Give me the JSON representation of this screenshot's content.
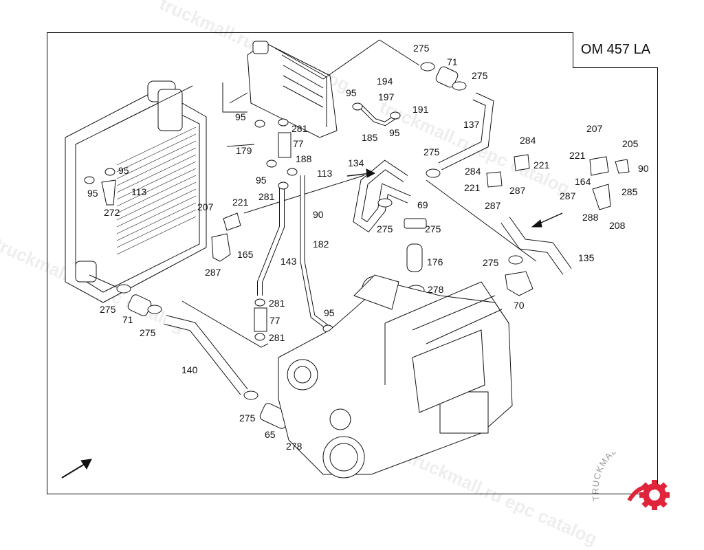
{
  "title": "OM 457 LA",
  "watermark": "truckmall.ru epc catalog",
  "brand": "TRUCKMALLPARTS",
  "colors": {
    "line": "#111111",
    "part_fill": "#ffffff",
    "logo_red": "#e0243a",
    "logo_gray": "#9a9a9a"
  },
  "labels": [
    {
      "id": "l01",
      "text": "275"
    },
    {
      "id": "l02",
      "text": "71"
    },
    {
      "id": "l03",
      "text": "275"
    },
    {
      "id": "l04",
      "text": "194"
    },
    {
      "id": "l05",
      "text": "95"
    },
    {
      "id": "l06",
      "text": "197"
    },
    {
      "id": "l07",
      "text": "191"
    },
    {
      "id": "l08",
      "text": "95"
    },
    {
      "id": "l09",
      "text": "185"
    },
    {
      "id": "l10",
      "text": "95"
    },
    {
      "id": "l11",
      "text": "281"
    },
    {
      "id": "l12",
      "text": "77"
    },
    {
      "id": "l13",
      "text": "137"
    },
    {
      "id": "l14",
      "text": "179"
    },
    {
      "id": "l15",
      "text": "188"
    },
    {
      "id": "l16",
      "text": "95"
    },
    {
      "id": "l17",
      "text": "113"
    },
    {
      "id": "l18",
      "text": "134"
    },
    {
      "id": "l19",
      "text": "275"
    },
    {
      "id": "l20",
      "text": "284"
    },
    {
      "id": "l21",
      "text": "207"
    },
    {
      "id": "l22",
      "text": "205"
    },
    {
      "id": "l23",
      "text": "221"
    },
    {
      "id": "l24",
      "text": "90"
    },
    {
      "id": "l25",
      "text": "284"
    },
    {
      "id": "l26",
      "text": "221"
    },
    {
      "id": "l27",
      "text": "221"
    },
    {
      "id": "l28",
      "text": "164"
    },
    {
      "id": "l29",
      "text": "287"
    },
    {
      "id": "l30",
      "text": "285"
    },
    {
      "id": "l31",
      "text": "287"
    },
    {
      "id": "l32",
      "text": "287"
    },
    {
      "id": "l33",
      "text": "288"
    },
    {
      "id": "l34",
      "text": "208"
    },
    {
      "id": "l35",
      "text": "95"
    },
    {
      "id": "l36",
      "text": "95"
    },
    {
      "id": "l37",
      "text": "113"
    },
    {
      "id": "l38",
      "text": "272"
    },
    {
      "id": "l39",
      "text": "281"
    },
    {
      "id": "l40",
      "text": "207"
    },
    {
      "id": "l41",
      "text": "221"
    },
    {
      "id": "l42",
      "text": "90"
    },
    {
      "id": "l43",
      "text": "69"
    },
    {
      "id": "l44",
      "text": "275"
    },
    {
      "id": "l45",
      "text": "275"
    },
    {
      "id": "l46",
      "text": "165"
    },
    {
      "id": "l47",
      "text": "182"
    },
    {
      "id": "l48",
      "text": "287"
    },
    {
      "id": "l49",
      "text": "143"
    },
    {
      "id": "l50",
      "text": "176"
    },
    {
      "id": "l51",
      "text": "275"
    },
    {
      "id": "l52",
      "text": "135"
    },
    {
      "id": "l53",
      "text": "278"
    },
    {
      "id": "l54",
      "text": "70"
    },
    {
      "id": "l55",
      "text": "281"
    },
    {
      "id": "l56",
      "text": "275"
    },
    {
      "id": "l57",
      "text": "95"
    },
    {
      "id": "l58",
      "text": "77"
    },
    {
      "id": "l59",
      "text": "71"
    },
    {
      "id": "l60",
      "text": "281"
    },
    {
      "id": "l61",
      "text": "275"
    },
    {
      "id": "l62",
      "text": "140"
    },
    {
      "id": "l63",
      "text": "275"
    },
    {
      "id": "l64",
      "text": "65"
    },
    {
      "id": "l65",
      "text": "278"
    }
  ]
}
